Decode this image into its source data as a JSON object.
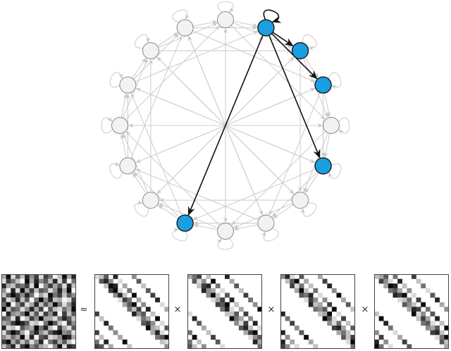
{
  "graph": {
    "node_count": 16,
    "highlighted_nodes": [
      1,
      2,
      3,
      5,
      9
    ],
    "edge_offsets": [
      0,
      1,
      2,
      4,
      8
    ],
    "colors": {
      "node_fill": "#f2f2f2",
      "node_stroke": "#8a8a8a",
      "highlight_fill": "#1a9fe0",
      "highlight_stroke": "#1a1a1a",
      "edge": "#cfcfcf",
      "highlight_edge": "#111111"
    }
  },
  "equation": {
    "approx_symbol": "≈",
    "times_symbol": "×",
    "dense_matrix": [
      "3916284717502938",
      "1752093846281705",
      "8326571904736182",
      "4081937265148390",
      "2697485031957264",
      "7138260594823017",
      "5904713826395148",
      "9265148370621539",
      "0843592617480726",
      "6518027493315862",
      "3479861205962074",
      "8120643958207316",
      "1697305842689451",
      "4253918067124983",
      "7936251480573620",
      "2581794632049187"
    ],
    "factor_offsets": [
      0,
      1,
      2,
      4,
      8
    ],
    "factors": [
      [
        "12684",
        "68416",
        "29832",
        "79156",
        "48297",
        "17538",
        "36941",
        "52783",
        "84627",
        "15392",
        "67418",
        "93265",
        "38174",
        "56923",
        "21589",
        "47632"
      ],
      [
        "35728",
        "61493",
        "27856",
        "84312",
        "49267",
        "13785",
        "76924",
        "58139",
        "22671",
        "95348",
        "41786",
        "68213",
        "37952",
        "14697",
        "83526",
        "56241"
      ],
      [
        "48163",
        "26937",
        "71528",
        "39254",
        "65819",
        "17443",
        "82376",
        "54692",
        "23918",
        "96175",
        "41527",
        "78364",
        "35286",
        "62749",
        "19833",
        "57412"
      ],
      [
        "23657",
        "74182",
        "39825",
        "56341",
        "87916",
        "12578",
        "64293",
        "38754",
        "91462",
        "27389",
        "56128",
        "43695",
        "78241",
        "15973",
        "62847",
        "39516"
      ]
    ]
  }
}
